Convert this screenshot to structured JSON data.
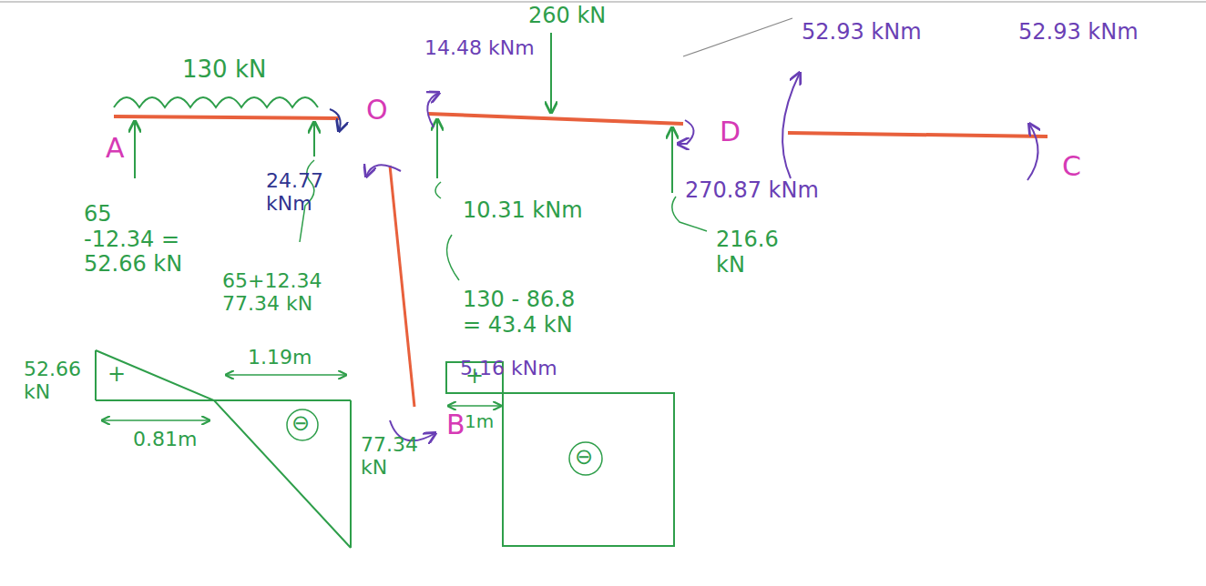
{
  "diagram": {
    "labels": [
      "130 kN",
      "A",
      "65 -12.34 = 52.66 kN",
      "24.77 kNm",
      "65+12.34 77.34 kN",
      "O",
      "260 kN",
      "14.48 kNm",
      "10.31 kNm",
      "130 - 86.8 = 43.4 kN",
      "5.16 kNm",
      "B",
      "270.87 kNm",
      "216.6 kN",
      "D",
      "52.93 kNm",
      "52.93 kNm",
      "C",
      "52.66 kN",
      "+",
      "0.81m",
      "1.19m",
      "⊖",
      "77.34 kN",
      "+",
      "1m",
      "⊖"
    ]
  }
}
